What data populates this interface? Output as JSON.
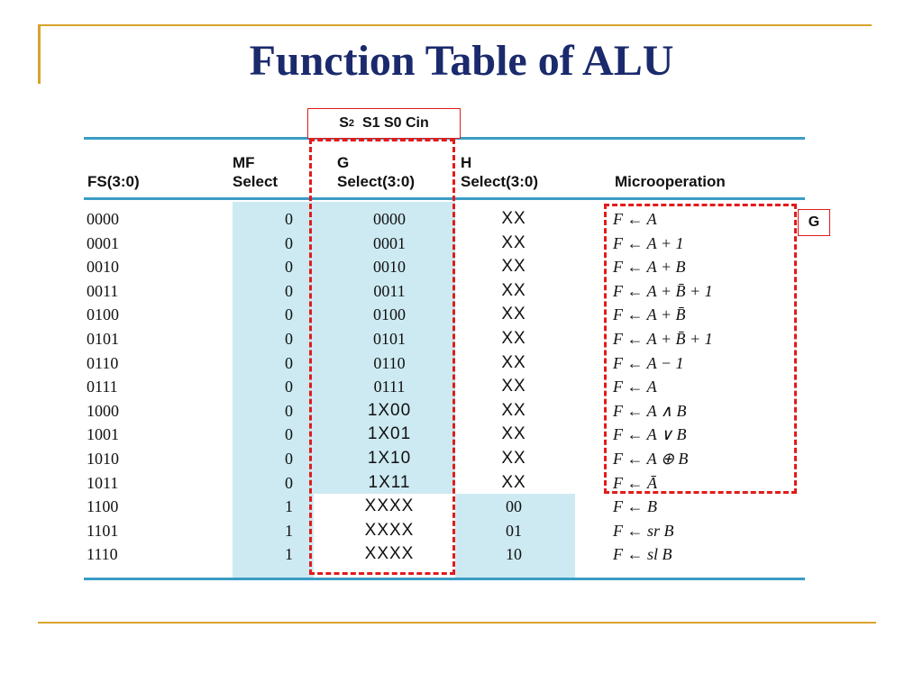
{
  "title": "Function Table of ALU",
  "annotations": {
    "g_select_label_main": "S",
    "g_select_label_sub": "2",
    "g_select_label_rest": "S1 S0 Cin",
    "microop_label": "G"
  },
  "columns": [
    {
      "line1": "",
      "line2": "FS(3:0)"
    },
    {
      "line1": "MF",
      "line2": "Select"
    },
    {
      "line1": "G",
      "line2": "Select(3:0)"
    },
    {
      "line1": "H",
      "line2": "Select(3:0)"
    },
    {
      "line1": "",
      "line2": "Microoperation"
    }
  ],
  "rows": [
    {
      "fs": "0000",
      "mf": "0",
      "g": "0000",
      "h": "XX",
      "op": "F ← A"
    },
    {
      "fs": "0001",
      "mf": "0",
      "g": "0001",
      "h": "XX",
      "op": "F ← A + 1"
    },
    {
      "fs": "0010",
      "mf": "0",
      "g": "0010",
      "h": "XX",
      "op": "F ← A + B"
    },
    {
      "fs": "0011",
      "mf": "0",
      "g": "0011",
      "h": "XX",
      "op": "F ← A + B̄ + 1"
    },
    {
      "fs": "0100",
      "mf": "0",
      "g": "0100",
      "h": "XX",
      "op": "F ← A + B̄"
    },
    {
      "fs": "0101",
      "mf": "0",
      "g": "0101",
      "h": "XX",
      "op": "F ← A + B̄ + 1"
    },
    {
      "fs": "0110",
      "mf": "0",
      "g": "0110",
      "h": "XX",
      "op": "F ← A − 1"
    },
    {
      "fs": "0111",
      "mf": "0",
      "g": "0111",
      "h": "XX",
      "op": "F ← A"
    },
    {
      "fs": "1000",
      "mf": "0",
      "g": "1X00",
      "h": "XX",
      "op": "F ← A ∧ B"
    },
    {
      "fs": "1001",
      "mf": "0",
      "g": "1X01",
      "h": "XX",
      "op": "F ← A ∨ B"
    },
    {
      "fs": "1010",
      "mf": "0",
      "g": "1X10",
      "h": "XX",
      "op": "F ← A ⊕ B"
    },
    {
      "fs": "1011",
      "mf": "0",
      "g": "1X11",
      "h": "XX",
      "op": "F ← Ā"
    },
    {
      "fs": "1100",
      "mf": "1",
      "g": "XXXX",
      "h": "00",
      "op": "F ← B"
    },
    {
      "fs": "1101",
      "mf": "1",
      "g": "XXXX",
      "h": "01",
      "op": "F ← sr B"
    },
    {
      "fs": "1110",
      "mf": "1",
      "g": "XXXX",
      "h": "10",
      "op": "F ← sl B"
    }
  ],
  "colors": {
    "title": "#1a2a6c",
    "accent_line": "#d9a32b",
    "table_rule": "#3a9cc4",
    "shade": "#cdeaf2",
    "highlight": "#e21b1b"
  }
}
